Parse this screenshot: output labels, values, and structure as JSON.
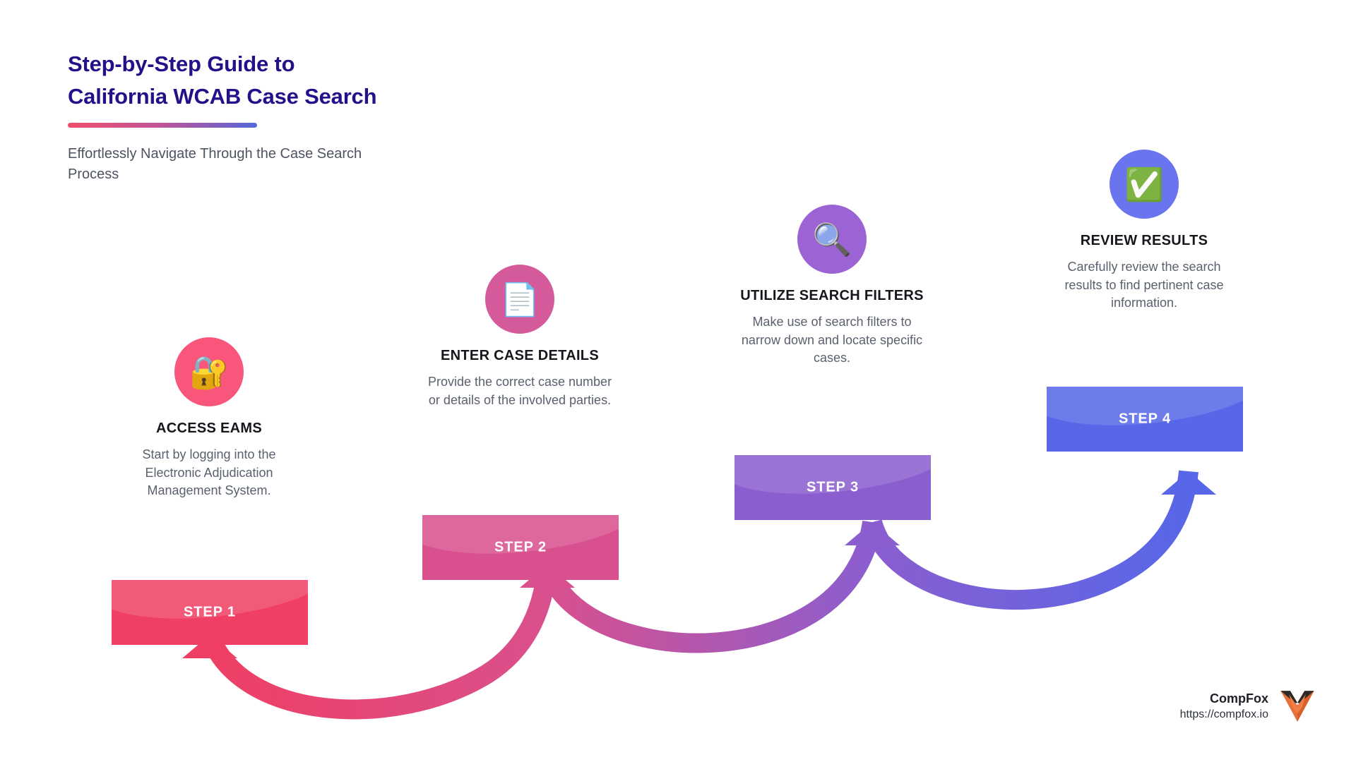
{
  "header": {
    "title_line_1": "Step-by-Step Guide to",
    "title_line_2": "California WCAB Case Search",
    "subtitle": "Effortlessly Navigate Through the Case Search Process",
    "title_color": "#261089",
    "rule_gradient_from": "#ef4e6c",
    "rule_gradient_to": "#5468d8"
  },
  "steps": [
    {
      "banner_label": "STEP 1",
      "heading": "ACCESS EAMS",
      "description": "Start by logging into the Electronic Adjudication Management System.",
      "icon": "locked-with-key-icon",
      "icon_glyph": "🔐",
      "circle_color": "#f8577b",
      "banner_color": "#ef3f64"
    },
    {
      "banner_label": "STEP 2",
      "heading": "ENTER CASE DETAILS",
      "description": "Provide the correct case number or details of the involved parties.",
      "icon": "page-with-curl-icon",
      "icon_glyph": "📄",
      "circle_color": "#d45a9c",
      "banner_color": "#d9508e"
    },
    {
      "banner_label": "STEP 3",
      "heading": "UTILIZE SEARCH FILTERS",
      "description": "Make use of search filters to narrow down and locate specific cases.",
      "icon": "magnifying-glass-icon",
      "icon_glyph": "🔍",
      "circle_color": "#9c63d5",
      "banner_color": "#8a5ecf"
    },
    {
      "banner_label": "STEP 4",
      "heading": "REVIEW RESULTS",
      "description": "Carefully review the search results to find pertinent case information.",
      "icon": "check-mark-button-icon",
      "icon_glyph": "✅",
      "circle_color": "#6a74ee",
      "banner_color": "#5767e8"
    }
  ],
  "footer": {
    "brand": "CompFox",
    "url": "https://compfox.io",
    "logo": "compfox-fox-logo",
    "logo_color": "#e8703a"
  }
}
